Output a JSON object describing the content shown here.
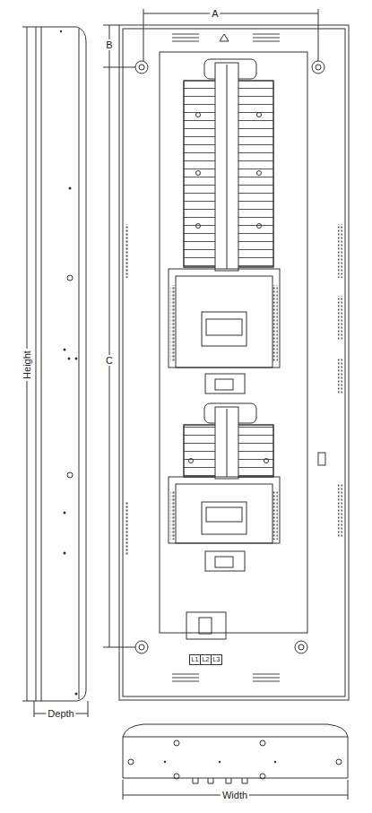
{
  "diagram": {
    "nodes": [
      {
        "text": [
          "L1"
        ]
      },
      {
        "text": [
          "L2"
        ]
      },
      {
        "text": [
          "L3"
        ]
      }
    ],
    "labels": [
      "A",
      "B",
      "C",
      "Height",
      "Depth",
      "Width"
    ]
  }
}
